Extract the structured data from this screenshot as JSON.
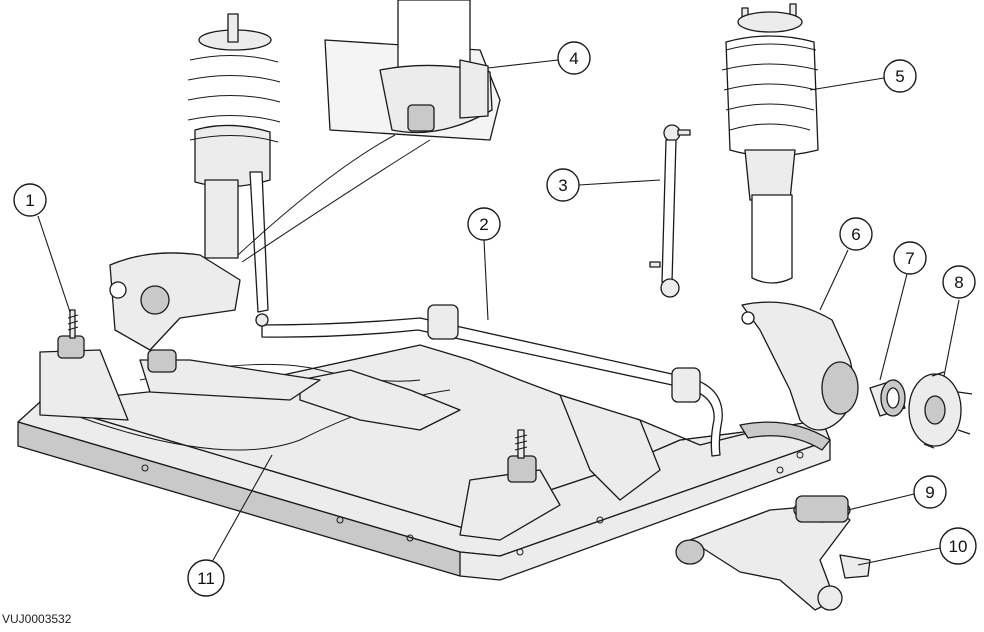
{
  "diagram": {
    "reference_code": "VUJ0003532",
    "callouts": [
      {
        "number": "1"
      },
      {
        "number": "2"
      },
      {
        "number": "3"
      },
      {
        "number": "4"
      },
      {
        "number": "5"
      },
      {
        "number": "6"
      },
      {
        "number": "7"
      },
      {
        "number": "8"
      },
      {
        "number": "9"
      },
      {
        "number": "10"
      },
      {
        "number": "11"
      }
    ]
  },
  "colors": {
    "line": "#1a1a1a",
    "fill_light": "#ececec",
    "fill_dark": "#c9c9c9",
    "background": "#ffffff"
  }
}
